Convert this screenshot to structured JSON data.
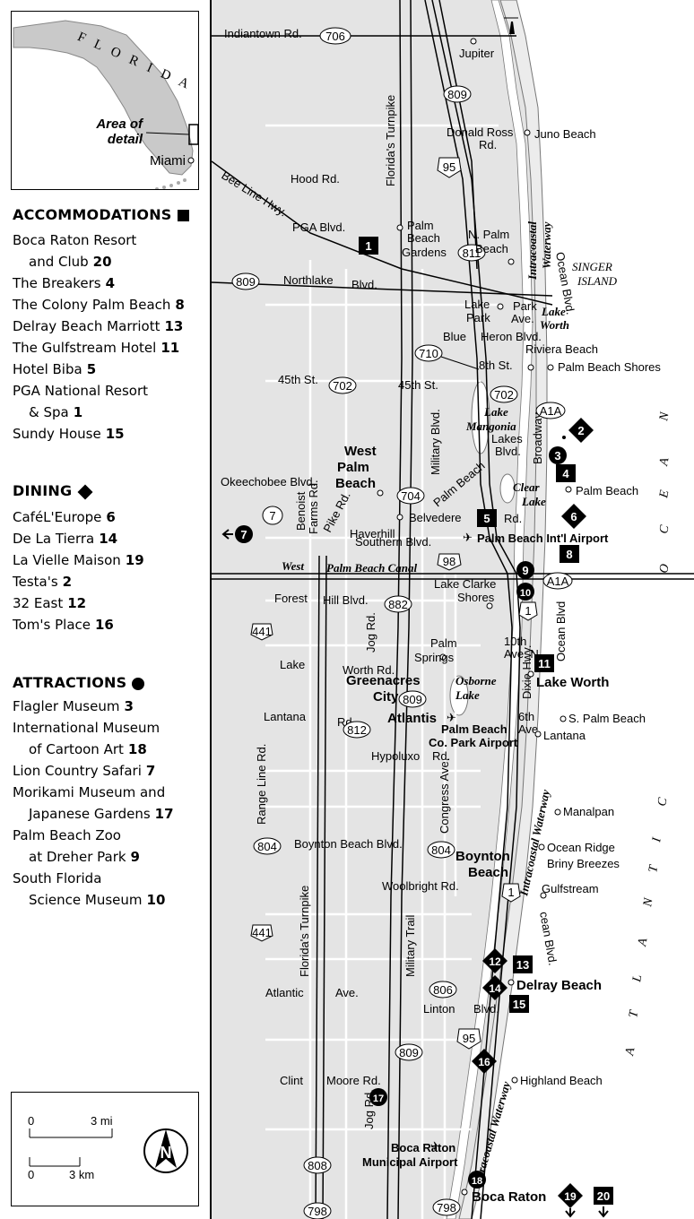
{
  "inset": {
    "state_label": "F L O R I D A",
    "area_label_line1": "Area of",
    "area_label_line2": "detail",
    "city": "Miami"
  },
  "sections": {
    "accommodations": {
      "title": "ACCOMMODATIONS",
      "items": [
        {
          "name": "Boca Raton Resort",
          "name2": "and Club",
          "num": "20"
        },
        {
          "name": "The Breakers",
          "num": "4"
        },
        {
          "name": "The Colony Palm Beach",
          "num": "8"
        },
        {
          "name": "Delray Beach Marriott",
          "num": "13"
        },
        {
          "name": "The Gulfstream Hotel",
          "num": "11"
        },
        {
          "name": "Hotel Biba",
          "num": "5"
        },
        {
          "name": "PGA National Resort",
          "name2": "& Spa",
          "num": "1"
        },
        {
          "name": "Sundy House",
          "num": "15"
        }
      ]
    },
    "dining": {
      "title": "DINING",
      "items": [
        {
          "name": "CaféL'Europe",
          "num": "6"
        },
        {
          "name": "De La Tierra",
          "num": "14"
        },
        {
          "name": "La Vielle Maison",
          "num": "19"
        },
        {
          "name": "Testa's",
          "num": "2"
        },
        {
          "name": "32 East",
          "num": "12"
        },
        {
          "name": "Tom's Place",
          "num": "16"
        }
      ]
    },
    "attractions": {
      "title": "ATTRACTIONS",
      "items": [
        {
          "name": "Flagler Museum",
          "num": "3"
        },
        {
          "name": "International Museum",
          "name2": "of Cartoon Art",
          "num": "18"
        },
        {
          "name": "Lion Country Safari",
          "num": "7"
        },
        {
          "name": "Morikami Museum and",
          "name2": "Japanese Gardens",
          "num": "17"
        },
        {
          "name": "Palm Beach Zoo",
          "name2": "at Dreher Park",
          "num": "9"
        },
        {
          "name": "South Florida",
          "name2": "Science Museum",
          "num": "10"
        }
      ]
    }
  },
  "scale": {
    "mi_start": "0",
    "mi_end": "3 mi",
    "km_start": "0",
    "km_end": "3 km",
    "north": "N"
  },
  "map": {
    "roads": {
      "indiantown": "Indiantown Rd.",
      "hood": "Hood Rd.",
      "bee_line": "Bee Line Hwy.",
      "pga": "PGA Blvd.",
      "northlake": "Northlake",
      "northlake_blvd": "Blvd.",
      "st45_a": "45th St.",
      "st45_b": "45th St.",
      "okeechobee": "Okeechobee Blvd.",
      "southern": "Southern Blvd.",
      "forest": "Forest",
      "hill_blvd": "Hill Blvd.",
      "lake": "Lake",
      "worth_rd": "Worth Rd.",
      "lantana": "Lantana",
      "lantana_rd": "Rd.",
      "hypoluxo": "Hypoluxo",
      "hypoluxo_rd": "Rd.",
      "boynton": "Boynton Beach Blvd.",
      "woolbright": "Woolbright Rd.",
      "atlantic": "Atlantic",
      "ave": "Ave.",
      "linton": "Linton",
      "linton_blvd": "Blvd.",
      "clint": "Clint",
      "moore": "Moore Rd.",
      "florida_tpk_top": "Florida's Turnpike",
      "florida_tpk_bot": "Florida's Turnpike",
      "military_top": "Military Blvd.",
      "military_bot": "Military Trail",
      "range_line": "Range Line Rd.",
      "jog_top": "Jog Rd.",
      "jog_bot": "Jog Rd.",
      "congress": "Congress Ave.",
      "dixie": "Dixie Hwy.",
      "benoist1": "Benoist",
      "benoist2": "Farms Rd.",
      "pike": "Pike Rd.",
      "palm_beach_rd": "Palm Beach",
      "belvedere": "Belvedere",
      "belvedere_rd": "Rd.",
      "blue": "Blue",
      "heron": "Heron Blvd.",
      "st8": "8th St.",
      "donald1": "Donald Ross",
      "donald2": "Rd.",
      "park": "Park",
      "park_ave": "Ave.",
      "lakes1": "Lakes",
      "lakes2": "Blvd.",
      "broadway": "Broadway",
      "ocean_top": "Ocean Blvd.",
      "ocean_mid": "Ocean Blvd",
      "ocean_bot": "cean Blvd.",
      "ave10": "10th",
      "ave10b": "Ave. N",
      "ave6": "6th",
      "ave6b": "Ave."
    },
    "shields": {
      "s706": "706",
      "s809a": "809",
      "s809b": "809",
      "s809c": "809",
      "s809d": "809",
      "s811": "811",
      "s710": "710",
      "s702a": "702",
      "s702b": "702",
      "s704": "704",
      "s7": "7",
      "s98": "98",
      "s882": "882",
      "s812": "812",
      "s804a": "804",
      "s804b": "804",
      "s806": "806",
      "s808": "808",
      "s798a": "798",
      "s798b": "798",
      "s441a": "441",
      "s441b": "441",
      "s1a": "1",
      "s1b": "1",
      "s95a": "95",
      "s95b": "95",
      "a1a1": "A1A",
      "a1a2": "A1A"
    },
    "places": {
      "jupiter": "Jupiter",
      "juno": "Juno Beach",
      "pbg1": "Palm",
      "pbg2": "Beach",
      "pbg3": "Gardens",
      "npb1": "N. Palm",
      "npb2": "Beach",
      "lp1": "Lake",
      "lp2": "Park",
      "riviera": "Riviera Beach",
      "pbshores": "Palm Beach Shores",
      "wpb1": "West",
      "wpb2": "Palm",
      "wpb3": "Beach",
      "haverhill": "Haverhill",
      "palmbeach": "Palm Beach",
      "pbia": "Palm Beach Int'l Airport",
      "lcs1": "Lake Clarke",
      "lcs2": "Shores",
      "ps1": "Palm",
      "ps2": "Springs",
      "greenacres1": "Greenacres",
      "greenacres2": "City",
      "atlantis": "Atlantis",
      "pbcpa1": "Palm Beach",
      "pbcpa2": "Co. Park  Airport",
      "lakeworth": "Lake Worth",
      "spb": "S. Palm Beach",
      "lantana_town": "Lantana",
      "manalpan": "Manalpan",
      "ocean_ridge": "Ocean Ridge",
      "briny": "Briny Breezes",
      "gulfstream": "Gulfstream",
      "boynton1": "Boynton",
      "boynton2": "Beach",
      "delray": "Delray Beach",
      "highland": "Highland Beach",
      "bocaair1": "Boca Raton",
      "bocaair2": "Municipal Airport",
      "boca": "Boca Raton"
    },
    "water": {
      "singer1": "SINGER",
      "singer2": "ISLAND",
      "lake_worth_w1": "Lake",
      "lake_worth_w2": "Worth",
      "intra_top": "Intracoastal",
      "intra_top2": "Waterway",
      "intra_mid": "Intracoastal  Waterway",
      "intra_bot": "Intracoastal  Waterway",
      "mangonia1": "Lake",
      "mangonia2": "Mangonia",
      "clear1": "Clear",
      "clear2": "Lake",
      "osborne1": "Osborne",
      "osborne2": "Lake",
      "canal1": "West",
      "canal2": "Palm Beach Canal"
    },
    "ocean": [
      "N",
      "A",
      "E",
      "C",
      "O",
      "C",
      "I",
      "T",
      "N",
      "A",
      "L",
      "T",
      "A"
    ],
    "markers": {
      "m1": "1",
      "m2": "2",
      "m3": "3",
      "m4": "4",
      "m5": "5",
      "m6": "6",
      "m7": "7",
      "m8": "8",
      "m9": "9",
      "m10": "10",
      "m11": "11",
      "m12": "12",
      "m13": "13",
      "m14": "14",
      "m15": "15",
      "m16": "16",
      "m17": "17",
      "m18": "18",
      "m19": "19",
      "m20": "20"
    }
  }
}
